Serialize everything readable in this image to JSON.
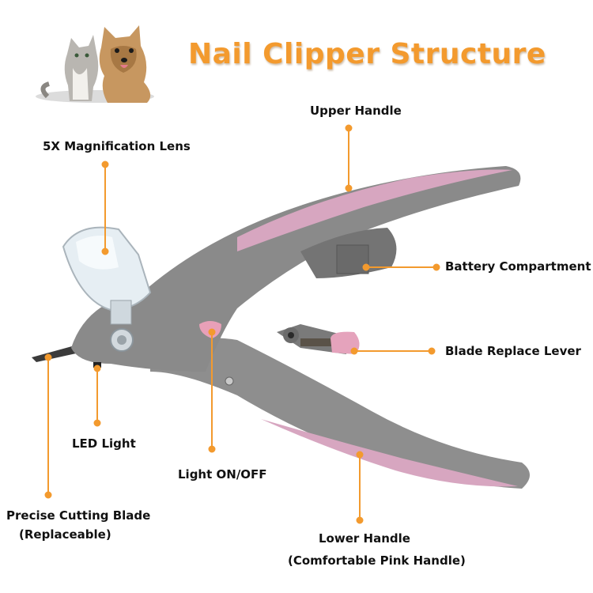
{
  "title": "Nail Clipper Structure",
  "colors": {
    "title": "#F39A2E",
    "leader": "#F39A2E",
    "body_gray": "#8C8C8C",
    "grip_pink": "#D7A6C0"
  },
  "labels": {
    "upper_handle": "Upper Handle",
    "magnification_lens": "5X Magnification Lens",
    "battery_compartment": "Battery Compartment",
    "blade_replace_lever": "Blade Replace Lever",
    "led_light": "LED Light",
    "light_on_off": "Light ON/OFF",
    "cutting_blade_line1": "Precise Cutting Blade",
    "cutting_blade_line2": "(Replaceable)",
    "lower_handle_line1": "Lower Handle",
    "lower_handle_line2": "(Comfortable Pink Handle)"
  }
}
